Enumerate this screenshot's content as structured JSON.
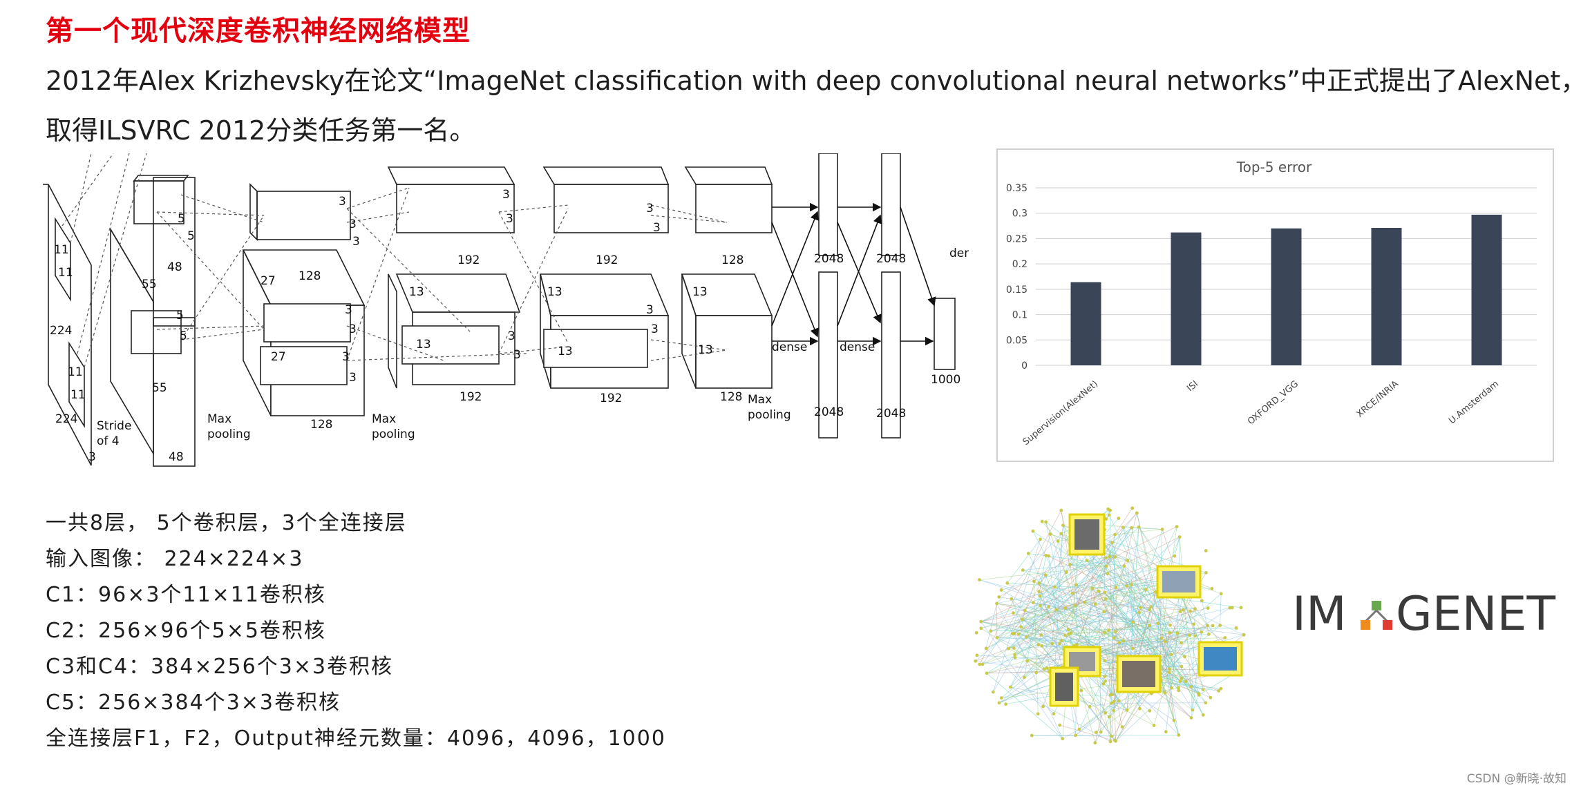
{
  "slide": {
    "title": "第一个现代深度卷积神经网络模型",
    "intro_line1": "2012年Alex Krizhevsky在论文“ImageNet classification with deep convolutional neural networks”中正式提出了AlexNet，",
    "intro_line2": "取得ILSVRC 2012分类任务第一名。",
    "specs": [
      "一共8层， 5个卷积层，3个全连接层",
      "输入图像： 224×224×3",
      "C1：96×3个11×11卷积核",
      "C2：256×96个5×5卷积核",
      "C3和C4：384×256个3×3卷积核",
      "C5：256×384个3×3卷积核",
      "全连接层F1，F2，Output神经元数量：4096，4096，1000"
    ],
    "watermark": "CSDN @新晓·故知"
  },
  "architecture": {
    "labels": {
      "k11": "11",
      "n224": "224",
      "n3": "3",
      "n5": "5",
      "n55": "55",
      "n48": "48",
      "n27": "27",
      "n128": "128",
      "n13": "13",
      "n192": "192",
      "n2048": "2048",
      "n1000": "1000",
      "stride": "Stride",
      "of4": "of 4",
      "max": "Max",
      "pooling": "pooling",
      "dense": "dense"
    }
  },
  "chart_data": {
    "type": "bar",
    "title": "Top-5 error",
    "categories": [
      "Supervision(AlexNet)",
      "ISI",
      "OXFORD_VGG",
      "XRCE/INRIA",
      "U.Amsterdam"
    ],
    "values": [
      0.164,
      0.262,
      0.27,
      0.271,
      0.297
    ],
    "ylim": [
      0,
      0.35
    ],
    "yticks": [
      "0",
      "0.05",
      "0.1",
      "0.15",
      "0.2",
      "0.25",
      "0.3",
      "0.35"
    ],
    "grid": true,
    "bar_color": "#3b4558"
  },
  "imagenet": {
    "logo_prefix": "IM",
    "logo_suffix": "GENET",
    "logo_colors": {
      "text": "#3a3a3a",
      "red": "#e03c31",
      "green": "#6aa84f",
      "orange": "#f08c1e"
    }
  }
}
